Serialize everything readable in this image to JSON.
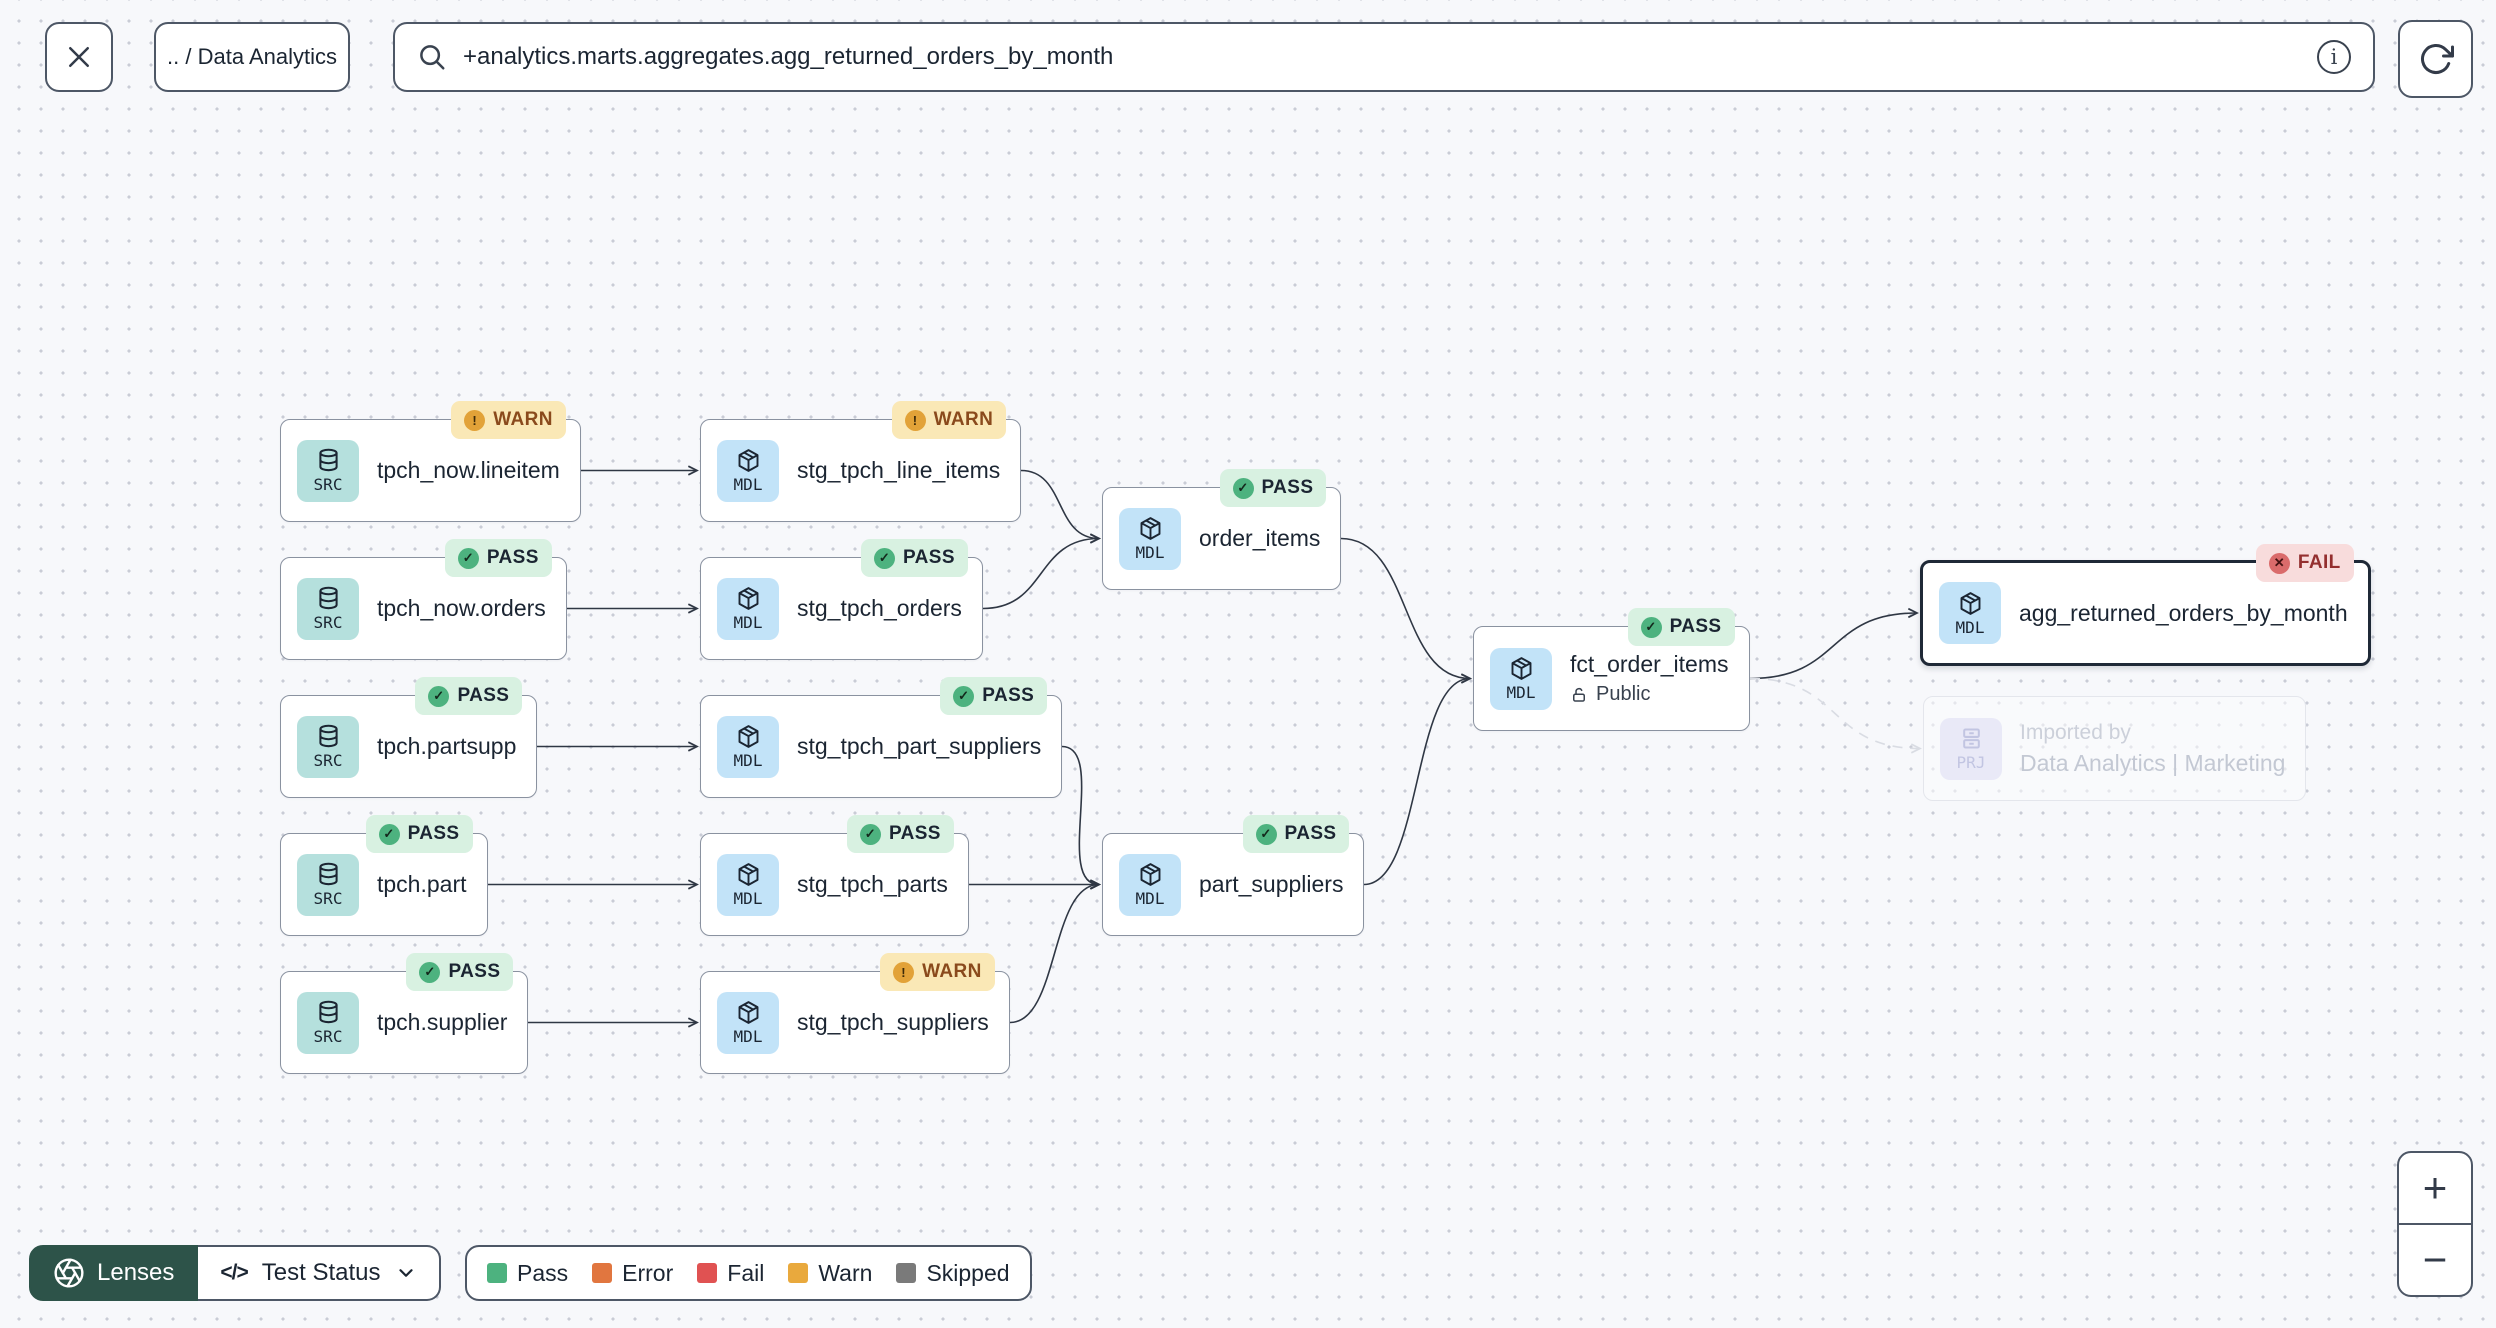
{
  "topbar": {
    "breadcrumb": ".. / Data Analytics",
    "search": {
      "value": "+analytics.marts.aggregates.agg_returned_orders_by_month"
    }
  },
  "graph": {
    "nodes": [
      {
        "id": "tpch_now.lineitem",
        "label": "tpch_now.lineitem",
        "type": "SRC",
        "status": "WARN"
      },
      {
        "id": "stg_tpch_line_items",
        "label": "stg_tpch_line_items",
        "type": "MDL",
        "status": "WARN"
      },
      {
        "id": "tpch_now.orders",
        "label": "tpch_now.orders",
        "type": "SRC",
        "status": "PASS"
      },
      {
        "id": "stg_tpch_orders",
        "label": "stg_tpch_orders",
        "type": "MDL",
        "status": "PASS"
      },
      {
        "id": "tpch.partsupp",
        "label": "tpch.partsupp",
        "type": "SRC",
        "status": "PASS"
      },
      {
        "id": "stg_tpch_part_suppliers",
        "label": "stg_tpch_part_suppliers",
        "type": "MDL",
        "status": "PASS"
      },
      {
        "id": "tpch.part",
        "label": "tpch.part",
        "type": "SRC",
        "status": "PASS"
      },
      {
        "id": "stg_tpch_parts",
        "label": "stg_tpch_parts",
        "type": "MDL",
        "status": "PASS"
      },
      {
        "id": "tpch.supplier",
        "label": "tpch.supplier",
        "type": "SRC",
        "status": "PASS"
      },
      {
        "id": "stg_tpch_suppliers",
        "label": "stg_tpch_suppliers",
        "type": "MDL",
        "status": "WARN"
      },
      {
        "id": "order_items",
        "label": "order_items",
        "type": "MDL",
        "status": "PASS"
      },
      {
        "id": "part_suppliers",
        "label": "part_suppliers",
        "type": "MDL",
        "status": "PASS"
      },
      {
        "id": "fct_order_items",
        "label": "fct_order_items",
        "type": "MDL",
        "status": "PASS",
        "access": "Public"
      },
      {
        "id": "agg_returned_orders_by_month",
        "label": "agg_returned_orders_by_month",
        "type": "MDL",
        "status": "FAIL",
        "selected": true
      },
      {
        "id": "imported_by",
        "label_line1": "Imported by",
        "label_line2": "Data Analytics | Marketing",
        "type": "PRJ",
        "ghost": true
      }
    ],
    "edges": [
      {
        "from": "tpch_now.lineitem",
        "to": "stg_tpch_line_items"
      },
      {
        "from": "tpch_now.orders",
        "to": "stg_tpch_orders"
      },
      {
        "from": "tpch.partsupp",
        "to": "stg_tpch_part_suppliers"
      },
      {
        "from": "tpch.part",
        "to": "stg_tpch_parts"
      },
      {
        "from": "tpch.supplier",
        "to": "stg_tpch_suppliers"
      },
      {
        "from": "stg_tpch_line_items",
        "to": "order_items"
      },
      {
        "from": "stg_tpch_orders",
        "to": "order_items"
      },
      {
        "from": "stg_tpch_part_suppliers",
        "to": "part_suppliers"
      },
      {
        "from": "stg_tpch_parts",
        "to": "part_suppliers"
      },
      {
        "from": "stg_tpch_suppliers",
        "to": "part_suppliers"
      },
      {
        "from": "order_items",
        "to": "fct_order_items"
      },
      {
        "from": "part_suppliers",
        "to": "fct_order_items"
      },
      {
        "from": "fct_order_items",
        "to": "agg_returned_orders_by_month"
      },
      {
        "from": "fct_order_items",
        "to": "imported_by",
        "style": "dashed"
      }
    ]
  },
  "lenses": {
    "button_label": "Lenses",
    "active_lens": "Test Status"
  },
  "legend": {
    "items": [
      {
        "label": "Pass",
        "color": "#4DB27F"
      },
      {
        "label": "Error",
        "color": "#E1763F"
      },
      {
        "label": "Fail",
        "color": "#E05252"
      },
      {
        "label": "Warn",
        "color": "#E9A93D"
      },
      {
        "label": "Skipped",
        "color": "#7A7A7A"
      }
    ]
  },
  "zoom_controls": {
    "zoom_in": "+",
    "zoom_out": "−"
  },
  "status_colors": {
    "pass": "#4DB27F",
    "warn": "#E2A238",
    "fail": "#DA6B6B"
  },
  "brand_colors": {
    "lenses_green": "#2D5349"
  }
}
